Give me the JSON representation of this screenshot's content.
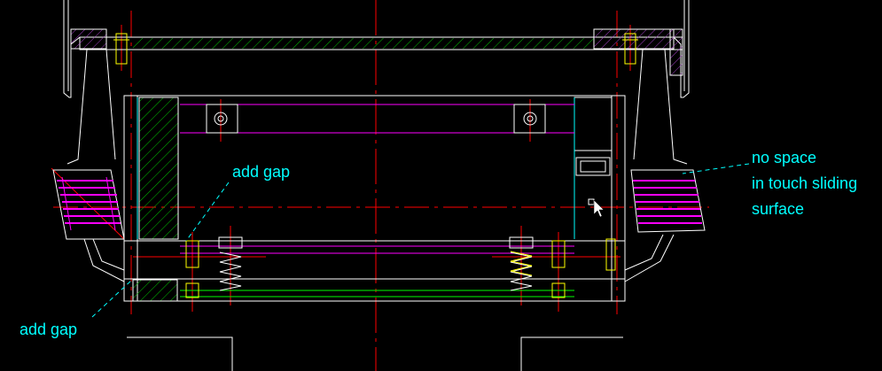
{
  "colors": {
    "background": "#000000",
    "outline": "#ffffff",
    "centerline": "#ff0000",
    "link": "#ff00ff",
    "hatch_green": "#00c000",
    "hatch_purple": "#a040c0",
    "bolt": "#ffff00",
    "cyan": "#00ffff",
    "green_line": "#00ff00"
  },
  "annotations": {
    "add_gap_upper": "add gap",
    "add_gap_lower": "add gap",
    "no_space_line1": "no space",
    "no_space_line2": "in touch sliding",
    "no_space_line3": "surface"
  },
  "icons": {
    "cursor": "mouse-pointer-icon"
  }
}
